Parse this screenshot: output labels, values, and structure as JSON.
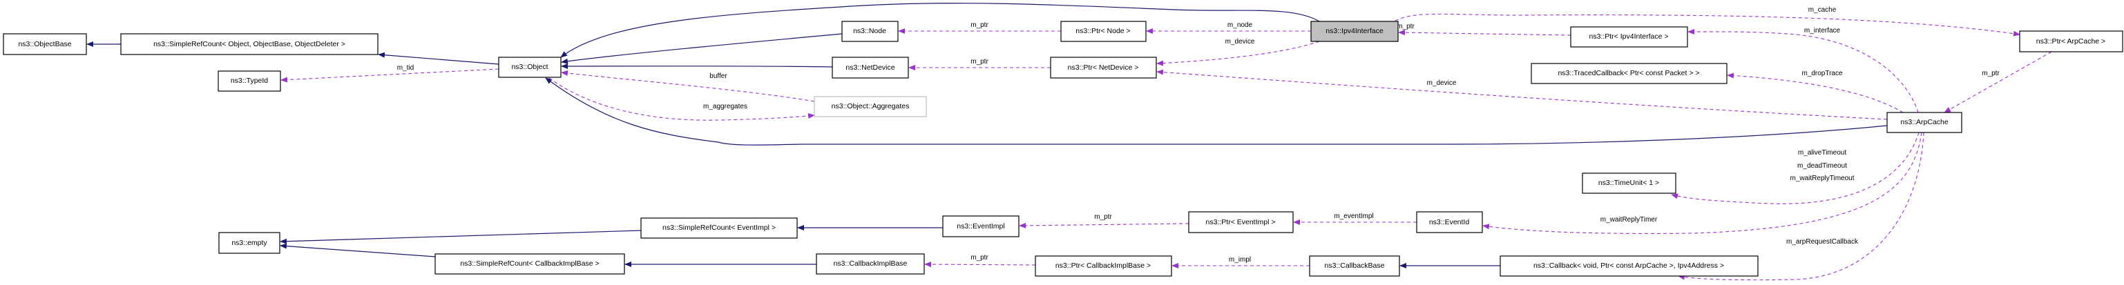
{
  "title": "ns3::Ipv4Interface collaboration diagram",
  "colors": {
    "inheritance": "#191970",
    "usage": "#9a32cd",
    "focus_fill": "#bfbfbf"
  },
  "nodes": {
    "objectbase": "ns3::ObjectBase",
    "srcobject": "ns3::SimpleRefCount< Object, ObjectBase, ObjectDeleter >",
    "typeid": "ns3::TypeId",
    "object": "ns3::Object",
    "empty": "ns3::empty",
    "srceventimpl": "ns3::SimpleRefCount< EventImpl >",
    "srccallbackimpl": "ns3::SimpleRefCount< CallbackImplBase >",
    "node": "ns3::Node",
    "ptrnode": "ns3::Ptr< Node >",
    "ipv4interface": "ns3::Ipv4Interface",
    "netdevice": "ns3::NetDevice",
    "ptrnetdevice": "ns3::Ptr< NetDevice >",
    "aggregates": "ns3::Object::Aggregates",
    "eventimpl": "ns3::EventImpl",
    "ptreventimpl": "ns3::Ptr< EventImpl >",
    "eventid": "ns3::EventId",
    "callbackimplbase": "ns3::CallbackImplBase",
    "ptrcallbackimplbase": "ns3::Ptr< CallbackImplBase >",
    "callbackbase": "ns3::CallbackBase",
    "ptripv4interface": "ns3::Ptr< Ipv4Interface >",
    "ptrarpcache": "ns3::Ptr< ArpCache >",
    "tracedcallback": "ns3::TracedCallback< Ptr< const Packet > >",
    "arpcache": "ns3::ArpCache",
    "timeunit": "ns3::TimeUnit< 1 >",
    "callback": "ns3::Callback< void, Ptr< const ArpCache >, Ipv4Address >"
  },
  "edge_labels": {
    "m_tid": "m_tid",
    "buffer": "buffer",
    "m_aggregates": "m_aggregates",
    "node_ptr": "m_ptr",
    "m_node": "m_node",
    "m_device_ipv4": "m_device",
    "netdevice_ptr": "m_ptr",
    "m_device_arp": "m_device",
    "m_cache": "m_cache",
    "ipv4_ptr": "m_ptr",
    "m_interface": "m_interface",
    "m_dropTrace": "m_dropTrace",
    "arpcache_ptr": "m_ptr",
    "m_aliveTimeout": "m_aliveTimeout",
    "m_deadTimeout": "m_deadTimeout",
    "m_waitReplyTimeout": "m_waitReplyTimeout",
    "m_waitReplyTimer": "m_waitReplyTimer",
    "m_arpRequestCallback": "m_arpRequestCallback",
    "eventimpl_ptr": "m_ptr",
    "m_eventImpl": "m_eventImpl",
    "callbackimpl_ptr": "m_ptr",
    "m_impl": "m_impl"
  }
}
